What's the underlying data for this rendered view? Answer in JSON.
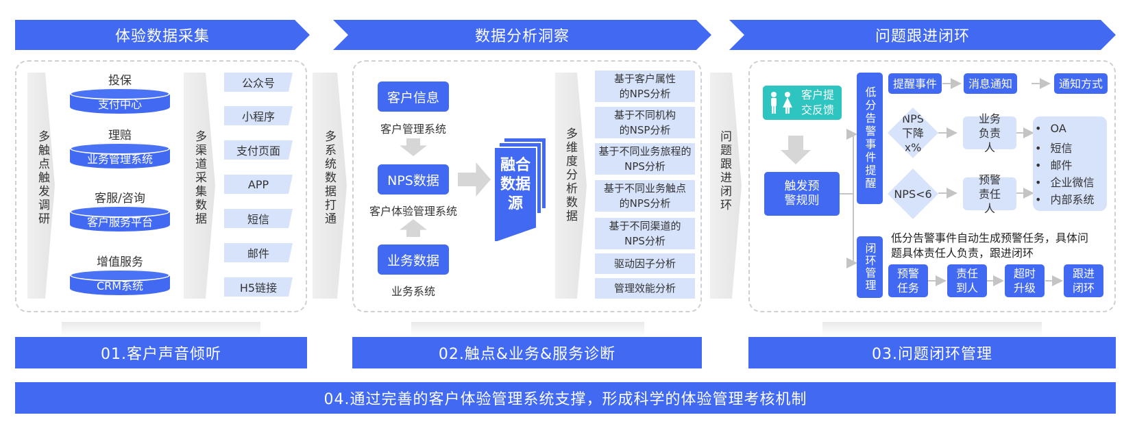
{
  "headers": [
    "体验数据采集",
    "数据分析洞察",
    "问题跟进闭环"
  ],
  "left": {
    "vlabel1": "多触点触发调研",
    "vlabel2": "多渠道采集数据",
    "vlabel3": "多系统数据打通",
    "sources": [
      {
        "label": "投保",
        "db": "支付中心"
      },
      {
        "label": "理赔",
        "db": "业务管理系统"
      },
      {
        "label": "客服/咨询",
        "db": "客户服务平台"
      },
      {
        "label": "增值服务",
        "db": "CRM系统"
      }
    ],
    "channels": [
      "公众号",
      "小程序",
      "支付页面",
      "APP",
      "短信",
      "邮件",
      "H5链接"
    ]
  },
  "middle": {
    "boxes": [
      {
        "title": "客户信息",
        "caption": "客户管理系统"
      },
      {
        "title": "NPS数据",
        "caption": "客户体验管理系统"
      },
      {
        "title": "业务数据",
        "caption": "业务系统"
      }
    ],
    "fusion": "融合数据源",
    "vlabel": "多维度分析数据",
    "vlabel2": "问题跟进闭环",
    "analyses": [
      "基于客户属性的NPS分析",
      "基于不同机构的NSP分析",
      "基于不同业务旅程的NPS分析",
      "基于不同业务触点的NPS分析",
      "基于不同渠道的NPS分析",
      "驱动因子分析",
      "管理效能分析"
    ]
  },
  "right": {
    "feedback": "客户提交反馈",
    "trigger": "触发预警规则",
    "alert_v": "低分告警事件提醒",
    "close_v": "闭环管理",
    "flow_top": [
      "提醒事件",
      "消息通知",
      "通知方式"
    ],
    "cond1": "NPS下降x%",
    "cond2": "NPS<6",
    "owner1": "业务负责人",
    "owner2": "预警责任人",
    "channels": [
      "OA",
      "短信",
      "邮件",
      "企业微信",
      "内部系统"
    ],
    "desc": "低分告警事件自动生成预警任务，具体问题具体责任人负责，跟进闭环",
    "steps": [
      "预警任务",
      "责任到人",
      "超时升级",
      "跟进闭环"
    ]
  },
  "footers": [
    "01.客户声音倾听",
    "02.触点&业务&服务诊断",
    "03.问题闭环管理"
  ],
  "bottom": "04.通过完善的客户体验管理系统支撑，形成科学的体验管理考核机制",
  "colors": {
    "primary": "#4169f2",
    "light": "#d7e3fb",
    "teal": "#2ec4c0",
    "gray": "#e6e6e6"
  }
}
